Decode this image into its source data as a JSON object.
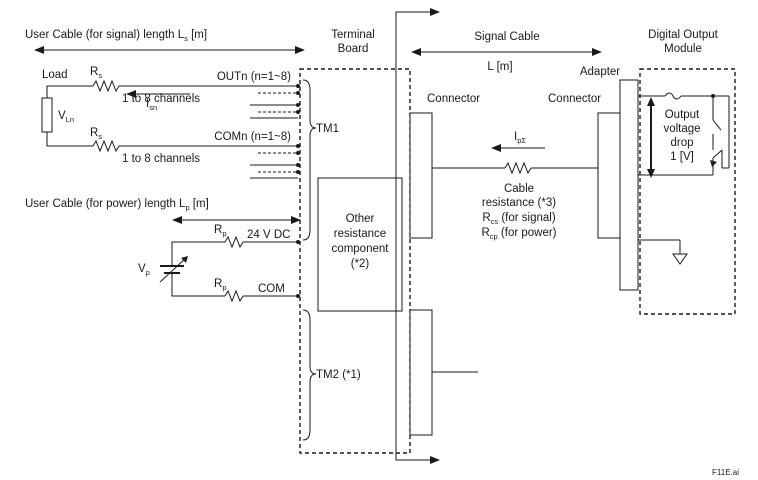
{
  "headers": {
    "user_cable_signal": {
      "main": "User Cable (for signal) length L",
      "sub": "s",
      "unit": " [m]"
    },
    "terminal_board": [
      "Terminal",
      "Board"
    ],
    "signal_cable": "Signal Cable",
    "digital_output_module": [
      "Digital Output",
      "Module"
    ],
    "length_l": "L  [m]",
    "adapter": "Adapter",
    "user_cable_power": {
      "main": "User Cable (for power) length L",
      "sub": "p",
      "unit": " [m]"
    }
  },
  "left_circuit": {
    "load": "Load",
    "rs_top": {
      "main": "R",
      "sub": "s"
    },
    "rs_bottom": {
      "main": "R",
      "sub": "s"
    },
    "vln": {
      "main": "V",
      "sub": "Ln"
    },
    "isn": {
      "main": "I",
      "sub": "sn"
    },
    "outn": "OUTn (n=1~8)",
    "comn": "COMn (n=1~8)",
    "channels_1": "1 to 8 channels",
    "channels_2": "1 to 8 channels",
    "rp_top": {
      "main": "R",
      "sub": "p"
    },
    "rp_bottom": {
      "main": "R",
      "sub": "p"
    },
    "v24": "24 V DC",
    "vp": {
      "main": "V",
      "sub": "p"
    },
    "com": "COM"
  },
  "terminal_block": {
    "tm1": "TM1",
    "tm2": "TM2 (*1)",
    "other_resistance": [
      "Other",
      "resistance",
      "component",
      "(*2)"
    ]
  },
  "signal_section": {
    "connector_left": "Connector",
    "connector_right": "Connector",
    "ip_sigma": {
      "main": "I",
      "sub": "pΣ"
    },
    "cable_resistance": "Cable",
    "cable_resistance_2": "resistance (*3)",
    "rcs": {
      "main": "R",
      "sub": "cs",
      "rest": " (for signal)"
    },
    "rcp": {
      "main": "R",
      "sub": "cp",
      "rest": " (for power)"
    }
  },
  "module": {
    "output_voltage_drop": [
      "Output",
      "voltage",
      "drop",
      "1 [V]"
    ]
  },
  "figure_id": "F11E.ai"
}
